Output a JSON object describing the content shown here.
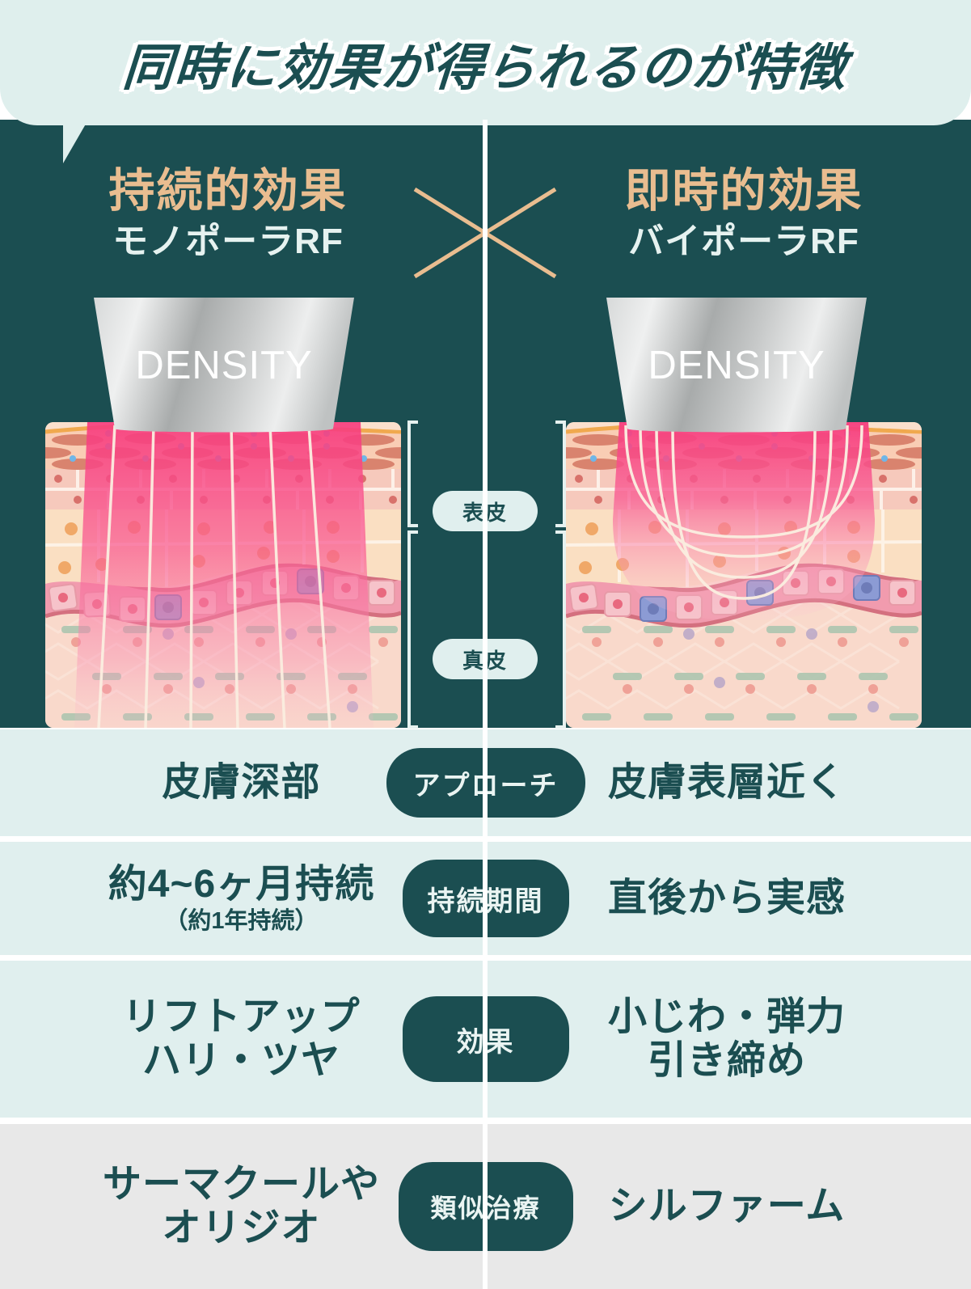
{
  "header": {
    "bubble_title": "同時に効果が得られるのが特徴",
    "bubble_bg": "#DFEFED",
    "panel_bg": "#1B4E51"
  },
  "columns": {
    "left": {
      "headline": "持続的効果",
      "subhead": "モノポーラRF",
      "device_label": "DENSITY",
      "accent": "#E9BD90"
    },
    "right": {
      "headline": "即時的効果",
      "subhead": "バイポーラRF",
      "device_label": "DENSITY",
      "accent": "#E9BD90"
    },
    "divider_icon": "x-cross-icon"
  },
  "skin_layers": [
    {
      "label": "表皮"
    },
    {
      "label": "真皮"
    }
  ],
  "table": {
    "rows": [
      {
        "badge": "アプローチ",
        "left_lines": [
          "皮膚深部"
        ],
        "left_note": "",
        "right_lines": [
          "皮膚表層近く"
        ],
        "bg": "#E0EFEE"
      },
      {
        "badge": "持続期間",
        "left_lines": [
          "約4~6ヶ月持続"
        ],
        "left_note": "（約1年持続）",
        "right_lines": [
          "直後から実感"
        ],
        "bg": "#E0EFEE"
      },
      {
        "badge": "効果",
        "left_lines": [
          "リフトアップ",
          "ハリ・ツヤ"
        ],
        "left_note": "",
        "right_lines": [
          "小じわ・弾力",
          "引き締め"
        ],
        "bg": "#E0EFEE"
      },
      {
        "badge": "類似治療",
        "left_lines": [
          "サーマクールや",
          "オリジオ"
        ],
        "left_note": "",
        "right_lines": [
          "シルファーム"
        ],
        "bg": "#E8E8E8"
      }
    ]
  }
}
